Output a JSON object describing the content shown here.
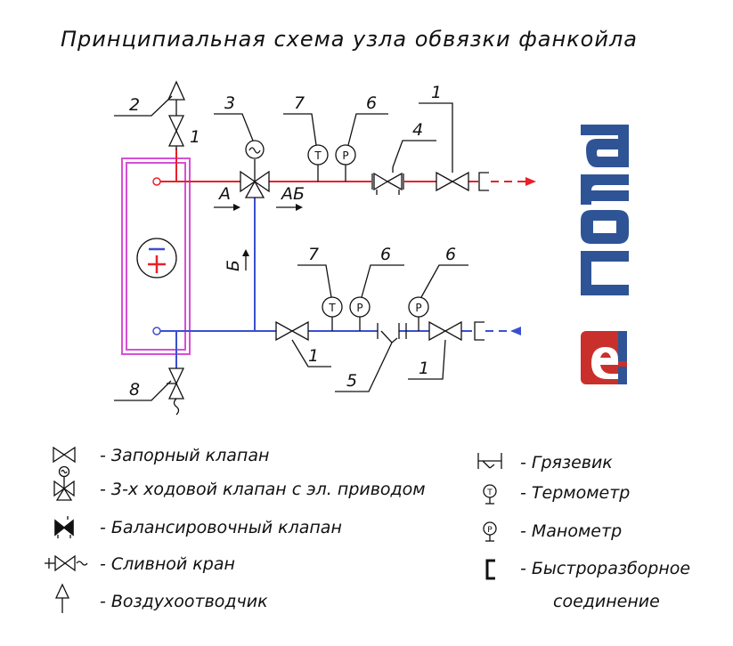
{
  "title": "Принципиальная схема узла обвязки фанкойла",
  "colors": {
    "supply": "#e8202a",
    "return": "#3a4fd0",
    "unit_frame": "#d64fd6",
    "brand_blue": "#2f5496",
    "brand_red": "#c9302c"
  },
  "callouts": {
    "n1": "1",
    "n2": "2",
    "n3": "3",
    "n4": "4",
    "n5": "5",
    "n6": "6",
    "n7": "7",
    "n8": "8"
  },
  "flow_labels": {
    "a": "А",
    "ab": "АБ",
    "b": "Б"
  },
  "gauges": {
    "thermometer": "T",
    "manometer": "P"
  },
  "legend": [
    {
      "icon": "shutoff-valve-icon",
      "label": "- Запорный клапан"
    },
    {
      "icon": "three-way-valve-icon",
      "label": "- 3-х ходовой клапан с эл. приводом"
    },
    {
      "icon": "balancing-valve-icon",
      "label": "- Балансировочный клапан"
    },
    {
      "icon": "drain-valve-icon",
      "label": "- Сливной кран"
    },
    {
      "icon": "air-vent-icon",
      "label": "- Воздухоотводчик"
    },
    {
      "icon": "strainer-icon",
      "label": "- Грязевик"
    },
    {
      "icon": "thermometer-icon",
      "label": "- Термометр"
    },
    {
      "icon": "manometer-icon",
      "label": "- Манометр"
    },
    {
      "icon": "quick-connector-icon",
      "label": "- Быстроразборное"
    },
    {
      "icon": "",
      "label": "соединение"
    }
  ],
  "logo": {
    "text": "el Cond"
  }
}
